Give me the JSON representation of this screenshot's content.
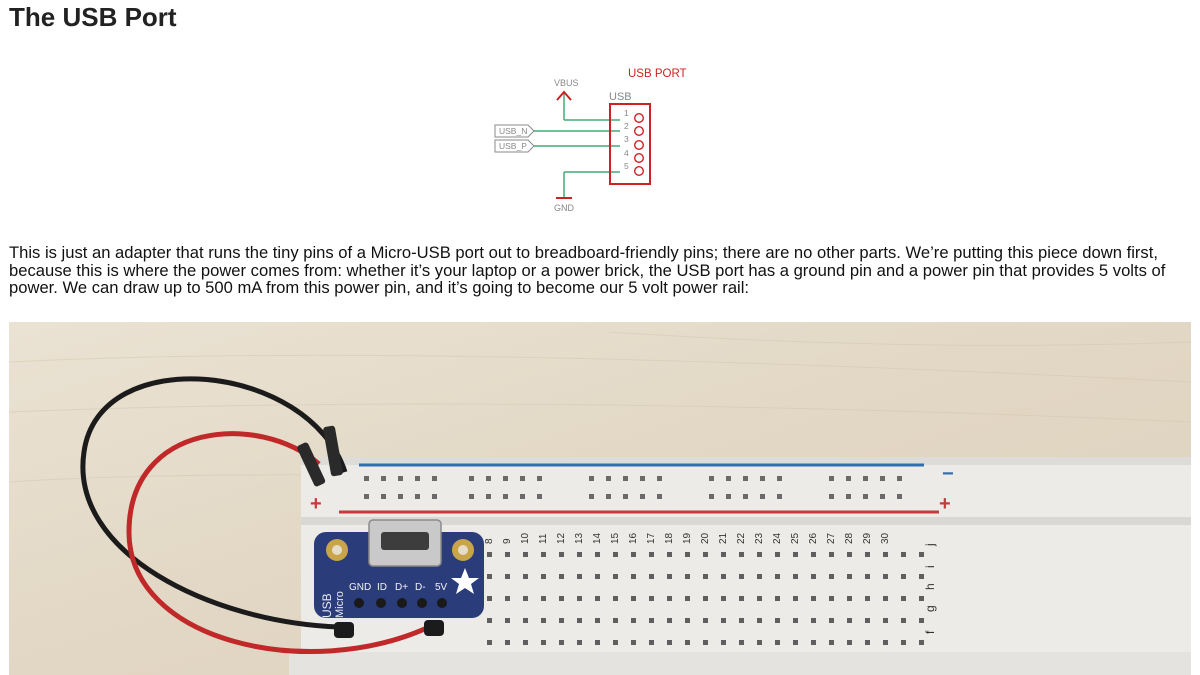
{
  "page": {
    "title": "The USB Port",
    "paragraph": "This is just an adapter that runs the tiny pins of a Micro-USB port out to breadboard-friendly pins; there are no other parts. We’re putting this piece down first, because this is where the power comes from: whether it’s your laptop or a power brick, the USB port has a ground pin and a power pin that provides 5 volts of power. We can draw up to 500 mA from this power pin, and it’s going to become our 5 volt power rail:"
  },
  "schematic": {
    "part_name": "USB PORT",
    "part_label": "USB",
    "vbus_label": "VBUS",
    "gnd_label": "GND",
    "usb_n_label": "USB_N",
    "usb_p_label": "USB_P",
    "pins": [
      "1",
      "2",
      "3",
      "4",
      "5"
    ],
    "colors": {
      "part": "#cc2222",
      "wire": "#44aa77",
      "label": "#888888"
    }
  },
  "photo": {
    "board_label_line1": "USB",
    "board_label_line2": "Micro",
    "board_pins": [
      "GND",
      "ID",
      "D+",
      "D-",
      "5V"
    ],
    "rail_plus": "+",
    "rail_minus": "−",
    "column_numbers": [
      "8",
      "9",
      "10",
      "11",
      "12",
      "13",
      "14",
      "15",
      "16",
      "17",
      "18",
      "19",
      "20",
      "21",
      "22",
      "23",
      "24",
      "25",
      "26",
      "27",
      "28",
      "29",
      "30"
    ],
    "row_letters": [
      "j",
      "i",
      "h",
      "g",
      "f"
    ],
    "colors": {
      "wood": "#e6dccb",
      "board": "#ecebe8",
      "pcb": "#2a3d7a",
      "red_wire": "#c0282a",
      "black_wire": "#1b1b1b",
      "rail_red": "#c73a3a",
      "rail_blue": "#2f6fb0"
    }
  }
}
